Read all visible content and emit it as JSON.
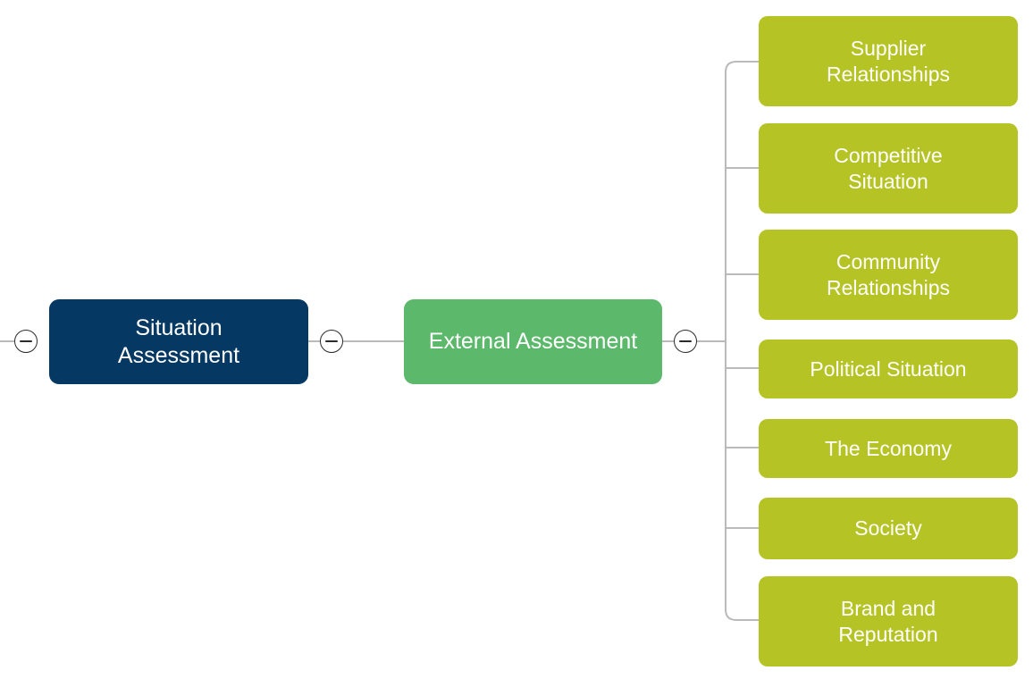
{
  "diagram": {
    "type": "mind-map",
    "title": "Situation Assessment",
    "colors": {
      "root": "#053862",
      "branch": "#5cb96b",
      "leaf": "#b5c324",
      "connector": "#b9babc",
      "toggle_stroke": "#2b2b2b",
      "node_text": "#ffffff",
      "background": "#ffffff"
    },
    "root": {
      "label": "Situation\nAssessment",
      "toggle_icon": "circle-minus-icon"
    },
    "branch": {
      "label": "External Assessment",
      "toggle_icon": "circle-minus-icon"
    },
    "leaves": [
      {
        "label": "Supplier\nRelationships"
      },
      {
        "label": "Competitive\nSituation"
      },
      {
        "label": "Community\nRelationships"
      },
      {
        "label": "Political Situation"
      },
      {
        "label": "The Economy"
      },
      {
        "label": "Society"
      },
      {
        "label": "Brand and\nReputation"
      }
    ],
    "toggles": [
      {
        "name": "root-left-collapse-toggle",
        "state": "expanded"
      },
      {
        "name": "root-right-collapse-toggle",
        "state": "expanded"
      },
      {
        "name": "branch-right-collapse-toggle",
        "state": "expanded"
      }
    ]
  }
}
